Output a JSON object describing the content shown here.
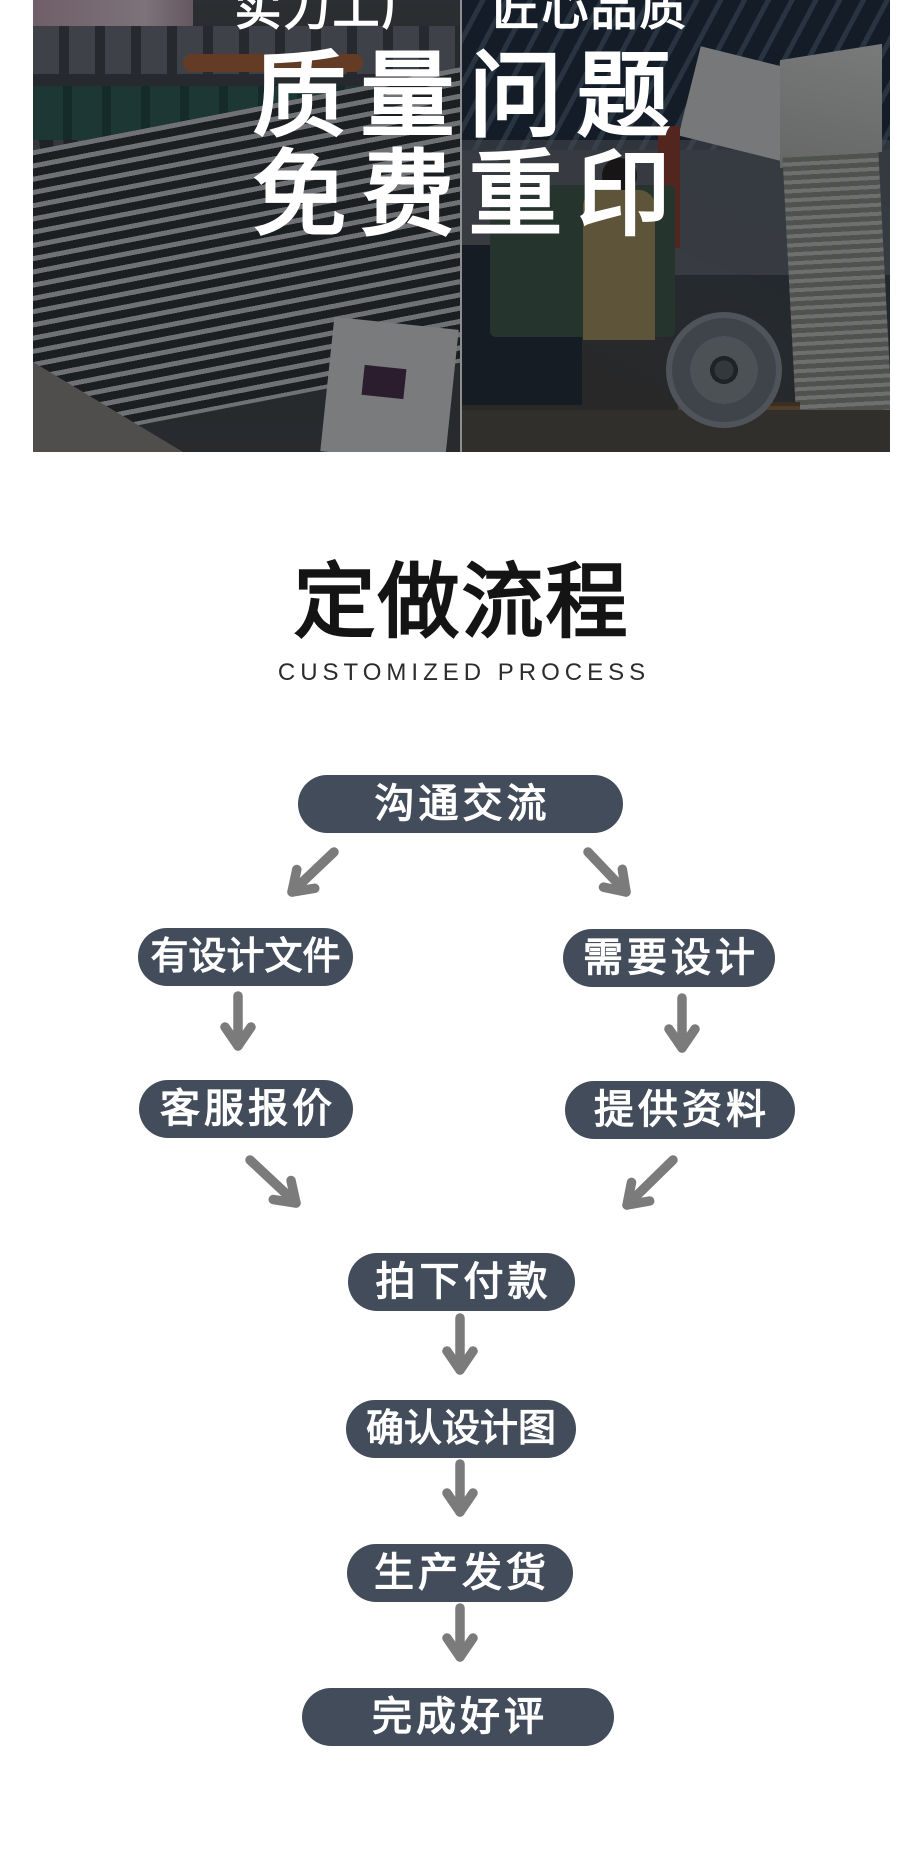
{
  "banner": {
    "badge_left": "实力工厂",
    "badge_right": "匠心品质",
    "headline": [
      "质量问题",
      "免费重印"
    ]
  },
  "process_section": {
    "title": "定做流程",
    "subtitle": "CUSTOMIZED PROCESS"
  },
  "flow": {
    "nodes": [
      {
        "label": "沟通交流"
      },
      {
        "label": "有设计文件"
      },
      {
        "label": "需要设计"
      },
      {
        "label": "客服报价"
      },
      {
        "label": "提供资料"
      },
      {
        "label": "拍下付款"
      },
      {
        "label": "确认设计图"
      },
      {
        "label": "生产发货"
      },
      {
        "label": "完成好评"
      }
    ]
  },
  "colors": {
    "node_background": "#434c5a",
    "node_text": "#ffffff",
    "arrow": "#7b7b7b",
    "title": "#141414",
    "subtitle": "#2c2c2c",
    "headline_text": "#ffffff",
    "page_background": "#ffffff"
  }
}
